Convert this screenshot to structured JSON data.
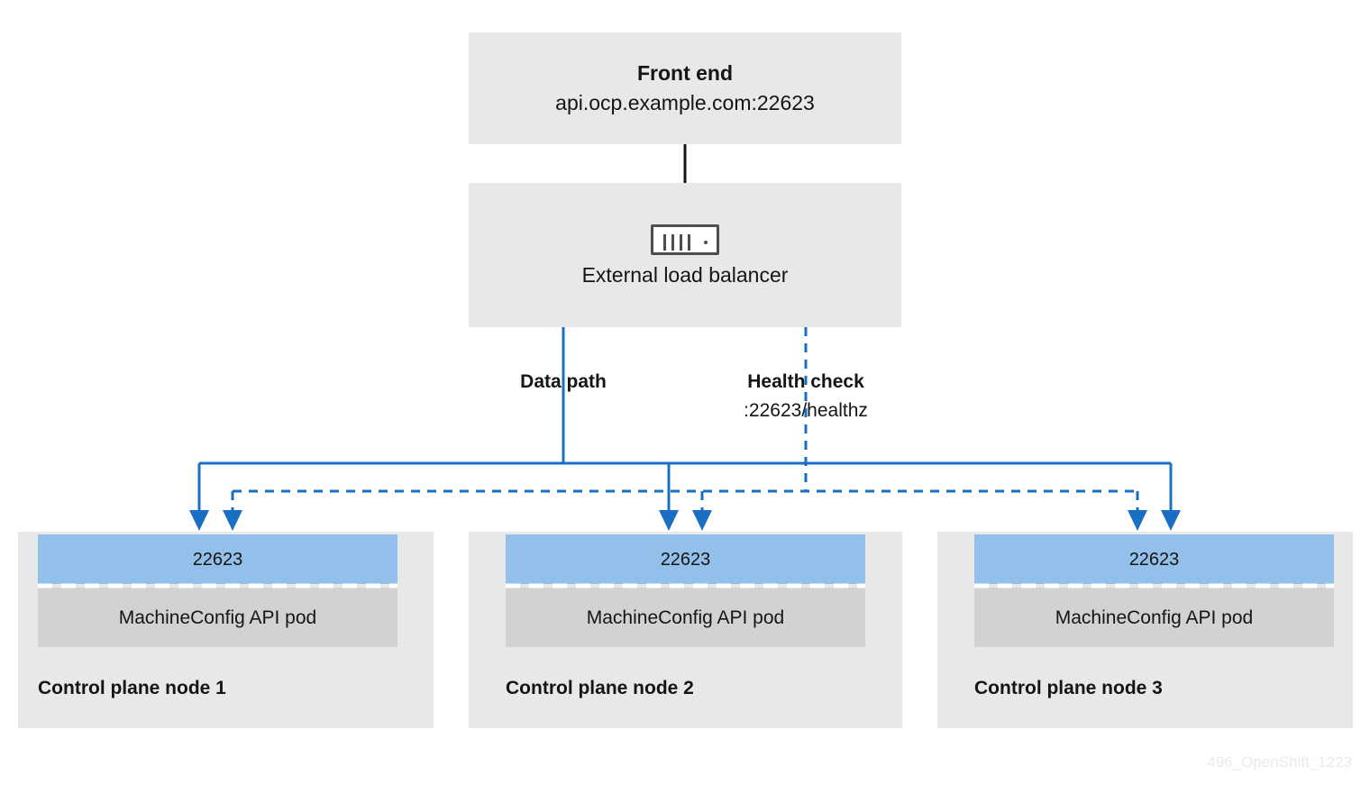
{
  "diagram": {
    "title_watermark": "496_OpenShift_1223",
    "colors": {
      "box_gray": "#e8e8e8",
      "pod_gray": "#d2d2d2",
      "port_blue": "#92c0ea",
      "line_blue": "#1a6fc4",
      "text_dark": "#151515",
      "icon_gray": "#4d4d4d"
    },
    "frontend": {
      "title": "Front end",
      "address": "api.ocp.example.com:22623"
    },
    "load_balancer": {
      "label": "External load balancer",
      "icon": "load-balancer-icon"
    },
    "paths": [
      {
        "id": "data-path",
        "label": "Data path",
        "detail": "",
        "style": "solid"
      },
      {
        "id": "health-check",
        "label": "Health check",
        "detail": ":22623/healthz",
        "style": "dashed"
      }
    ],
    "nodes": [
      {
        "port": "22623",
        "pod": "MachineConfig API pod",
        "label": "Control plane node 1"
      },
      {
        "port": "22623",
        "pod": "MachineConfig API pod",
        "label": "Control plane node 2"
      },
      {
        "port": "22623",
        "pod": "MachineConfig API pod",
        "label": "Control plane node 3"
      }
    ]
  }
}
